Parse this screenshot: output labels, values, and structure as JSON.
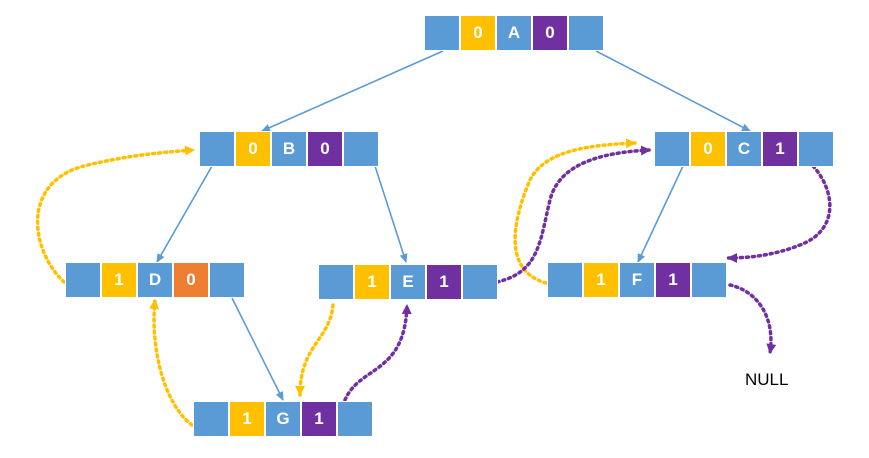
{
  "colors": {
    "pointer": "#5b9bd5",
    "data": "#5b9bd5",
    "ltag": "#ffc000",
    "rtag": "#7030a0",
    "rtag_alt": "#ed7d31",
    "tree_edge": "#5b9bd5",
    "pred_thread": "#ffc000",
    "succ_thread": "#7030a0"
  },
  "nodes": [
    {
      "id": "A",
      "ltag": "0",
      "data": "A",
      "rtag": "0"
    },
    {
      "id": "B",
      "ltag": "0",
      "data": "B",
      "rtag": "0"
    },
    {
      "id": "C",
      "ltag": "0",
      "data": "C",
      "rtag": "1"
    },
    {
      "id": "D",
      "ltag": "1",
      "data": "D",
      "rtag": "0"
    },
    {
      "id": "E",
      "ltag": "1",
      "data": "E",
      "rtag": "1"
    },
    {
      "id": "F",
      "ltag": "1",
      "data": "F",
      "rtag": "1"
    },
    {
      "id": "G",
      "ltag": "1",
      "data": "G",
      "rtag": "1"
    }
  ],
  "null_label": "NULL"
}
